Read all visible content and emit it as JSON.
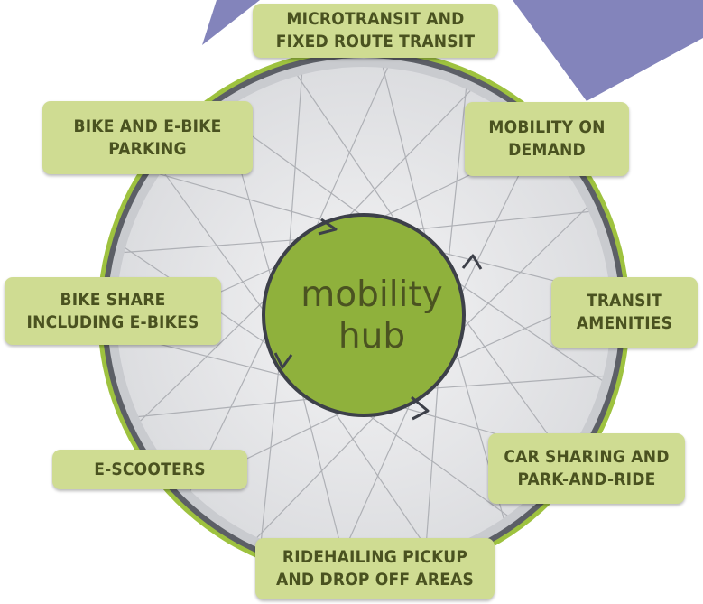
{
  "hub": {
    "title": "mobility\nhub"
  },
  "services": [
    {
      "id": "microtransit",
      "label": "MICROTRANSIT AND\nFIXED ROUTE TRANSIT"
    },
    {
      "id": "mobility-on-demand",
      "label": "MOBILITY ON\nDEMAND"
    },
    {
      "id": "transit-amenities",
      "label": "TRANSIT\nAMENITIES"
    },
    {
      "id": "car-sharing",
      "label": "CAR SHARING AND\nPARK-AND-RIDE"
    },
    {
      "id": "ridehailing",
      "label": "RIDEHAILING PICKUP\nAND DROP OFF AREAS"
    },
    {
      "id": "e-scooters",
      "label": "E-SCOOTERS"
    },
    {
      "id": "bike-share",
      "label": "BIKE SHARE\nINCLUDING E-BIKES"
    },
    {
      "id": "bike-parking",
      "label": "BIKE AND E-BIKE\nPARKING"
    }
  ],
  "colors": {
    "label_fill": "#cfdc92",
    "label_text": "#4a5220",
    "hub_fill": "#8fb13c",
    "hub_ring": "#3d4049",
    "hub_text": "#4b5321",
    "wheel_rim_outer": "#9ec23f",
    "wheel_rim_inner": "#5c5f66",
    "wheel_face": "#ebebed",
    "spokes": "#aeb0b5",
    "accent_triangle": "#8384bb"
  }
}
